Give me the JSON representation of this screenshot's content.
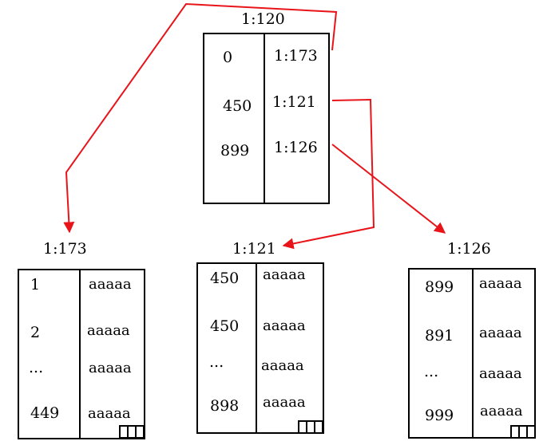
{
  "root": {
    "id": "1:120",
    "keys": [
      "0",
      "450",
      "899"
    ],
    "pointers": [
      "1:173",
      "1:121",
      "1:126"
    ]
  },
  "leaves": [
    {
      "id": "1:173",
      "keys": [
        "1",
        "2",
        "...",
        "449"
      ],
      "values": [
        "aaaaa",
        "aaaaa",
        "aaaaa",
        "aaaaa"
      ]
    },
    {
      "id": "1:121",
      "keys": [
        "450",
        "450",
        "...",
        "898"
      ],
      "values": [
        "aaaaa",
        "aaaaa",
        "aaaaa",
        "aaaaa"
      ]
    },
    {
      "id": "1:126",
      "keys": [
        "899",
        "891",
        "...",
        "999"
      ],
      "values": [
        "aaaaa",
        "aaaaa",
        "aaaaa",
        "aaaaa"
      ]
    }
  ],
  "colors": {
    "arrow": "#e8141a",
    "line": "#000000"
  }
}
